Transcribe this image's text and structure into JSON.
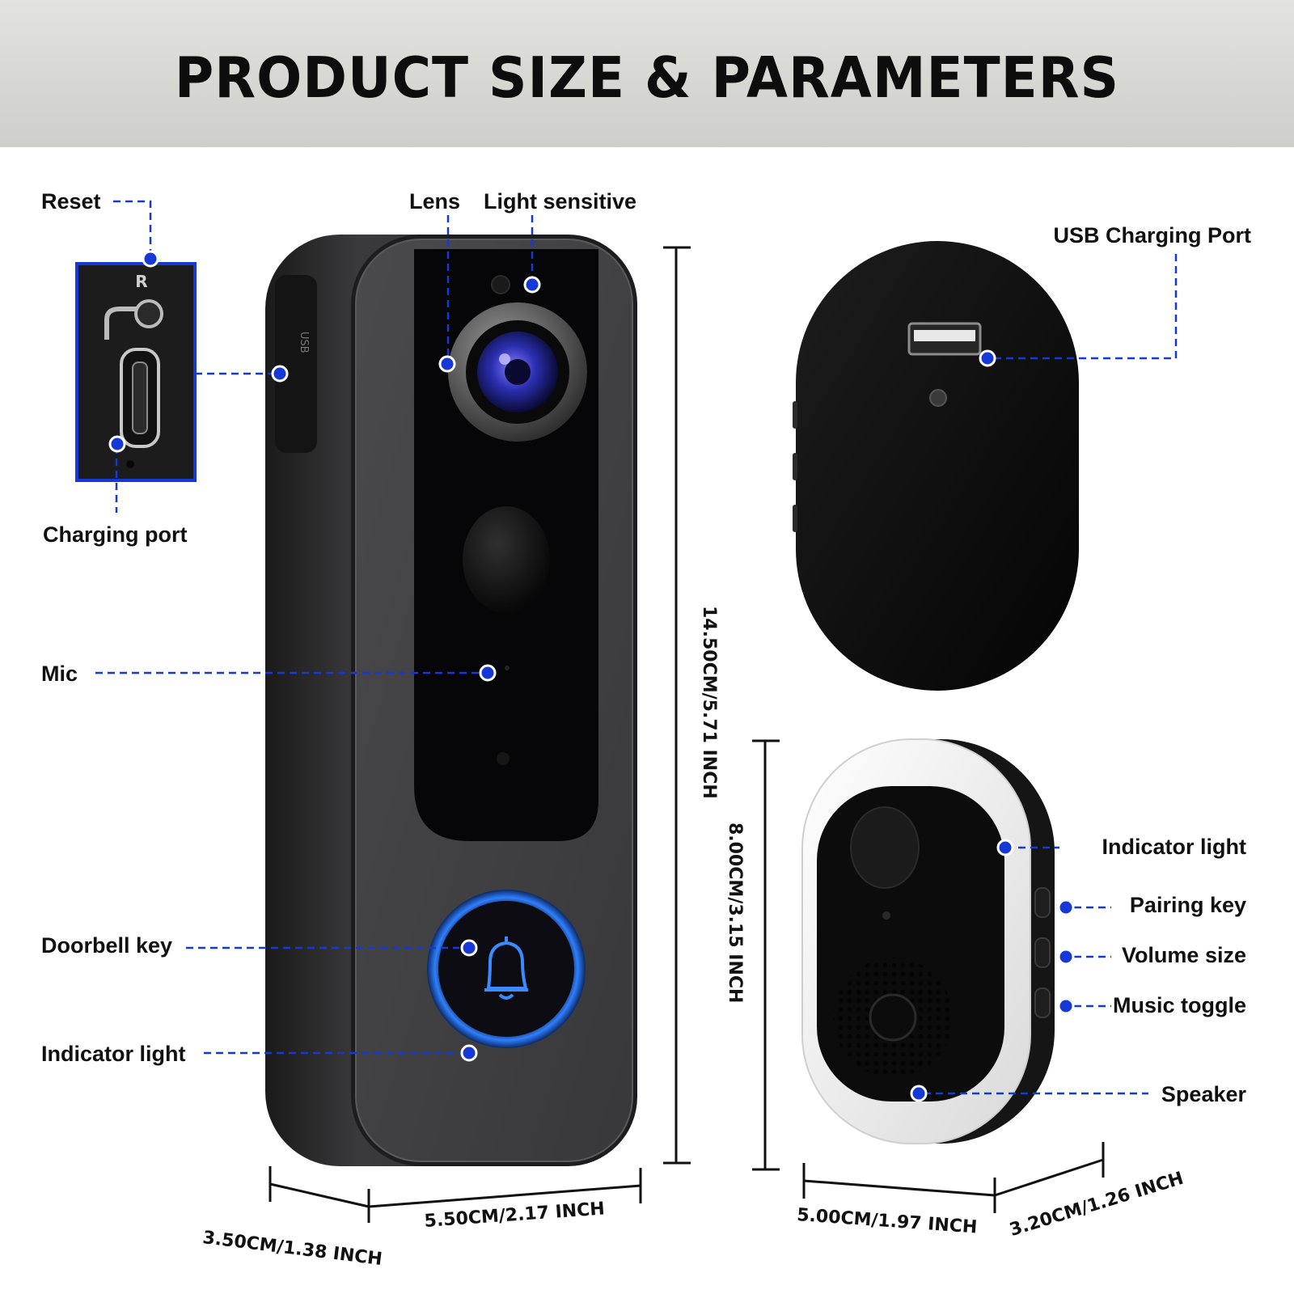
{
  "banner": {
    "title": "PRODUCT SIZE & PARAMETERS"
  },
  "doorbell_labels": {
    "reset": "Reset",
    "lens": "Lens",
    "light_sensitive": "Light sensitive",
    "charging_port": "Charging port",
    "mic": "Mic",
    "doorbell_key": "Doorbell key",
    "indicator_light": "Indicator light"
  },
  "doorbell_markings": {
    "port_letter": "R",
    "side_port": "USB"
  },
  "chime_labels": {
    "usb_charging_port": "USB Charging Port",
    "indicator_light": "Indicator light",
    "pairing_key": "Pairing key",
    "volume_size": "Volume size",
    "music_toggle": "Music toggle",
    "speaker": "Speaker"
  },
  "dimensions": {
    "doorbell_height": "14.50CM/5.71 INCH",
    "doorbell_width": "5.50CM/2.17 INCH",
    "doorbell_depth": "3.50CM/1.38 INCH",
    "chime_height": "8.00CM/3.15 INCH",
    "chime_width": "5.00CM/1.97 INCH",
    "chime_depth": "3.20CM/1.26 INCH"
  },
  "colors": {
    "callout_blue": "#1638d6",
    "device_black": "#0b0b0b",
    "chime_white": "#f4f4f4"
  }
}
